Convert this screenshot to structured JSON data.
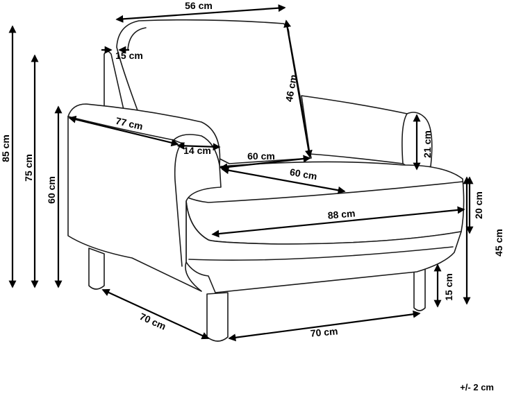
{
  "dimensions": {
    "back_width": "56 cm",
    "back_thickness": "15 cm",
    "back_height": "46 cm",
    "total_height": "85 cm",
    "height_75": "75 cm",
    "armrest_height": "60 cm",
    "armrest_length": "77 cm",
    "armrest_width": "14 cm",
    "seat_width": "60 cm",
    "seat_depth": "60 cm",
    "arm_above_seat": "21 cm",
    "total_width": "88 cm",
    "seat_cushion": "20 cm",
    "seat_height": "45 cm",
    "leg_height": "15 cm",
    "depth_left": "70 cm",
    "depth_front": "70 cm"
  },
  "tolerance": "+/- 2 cm",
  "colors": {
    "line": "#1a1a1a",
    "dimension": "#000000",
    "background": "#ffffff"
  }
}
